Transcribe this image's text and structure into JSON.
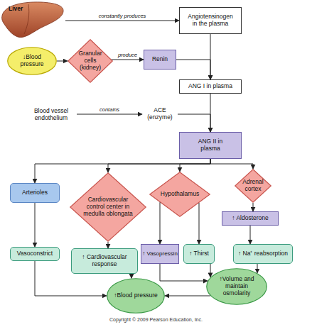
{
  "diagram": {
    "nodes": [
      {
        "text": [
          "Liver"
        ]
      },
      {
        "text": [
          "Angiotensinogen in the plasma"
        ]
      },
      {
        "text": [
          "↓Blood pressure"
        ]
      },
      {
        "text": [
          "Granular cells (kidney)"
        ]
      },
      {
        "text": [
          "Renin"
        ]
      },
      {
        "text": [
          "ANG I in plasma"
        ]
      },
      {
        "text": [
          "Blood vessel endothelium"
        ]
      },
      {
        "text": [
          "ACE (enzyme)"
        ]
      },
      {
        "text": [
          "ANG II in plasma"
        ]
      },
      {
        "text": [
          "Arterioles"
        ]
      },
      {
        "text": [
          "Cardiovascular control center in medulla oblongata"
        ]
      },
      {
        "text": [
          "Hypothalamus"
        ]
      },
      {
        "text": [
          "Adrenal cortex"
        ]
      },
      {
        "text": [
          "↑ Aldosterone"
        ]
      },
      {
        "text": [
          "Vasoconstrict"
        ]
      },
      {
        "text": [
          "↑ Cardiovascular response"
        ]
      },
      {
        "text": [
          "↑ Vasopressin"
        ]
      },
      {
        "text": [
          "↑ Thirst"
        ]
      },
      {
        "text": [
          "↑ Na⁺ reabsorption"
        ]
      },
      {
        "text": [
          "↑Blood pressure"
        ]
      },
      {
        "text": [
          "↑Volume and maintain osmolarity"
        ]
      }
    ],
    "edges": [
      {
        "from": 0,
        "to": 1,
        "label": "constantly produces",
        "arrow": "to"
      },
      {
        "from": 2,
        "to": 3,
        "arrow": "to"
      },
      {
        "from": 3,
        "to": 4,
        "label": "produce",
        "arrow": "to"
      },
      {
        "from": 1,
        "to": 5,
        "arrow": "to"
      },
      {
        "from": 4,
        "to": 5,
        "arrow": "to"
      },
      {
        "from": 6,
        "to": 7,
        "label": "contains",
        "arrow": "to"
      },
      {
        "from": 5,
        "to": 8,
        "arrow": "to"
      },
      {
        "from": 7,
        "to": 8,
        "arrow": "to"
      },
      {
        "from": 8,
        "to": 9,
        "arrow": "to"
      },
      {
        "from": 8,
        "to": 10,
        "arrow": "to"
      },
      {
        "from": 8,
        "to": 11,
        "arrow": "to"
      },
      {
        "from": 8,
        "to": 12,
        "arrow": "to"
      },
      {
        "from": 9,
        "to": 14,
        "arrow": "to"
      },
      {
        "from": 10,
        "to": 15,
        "arrow": "to"
      },
      {
        "from": 11,
        "to": 16,
        "arrow": "to"
      },
      {
        "from": 11,
        "to": 17,
        "arrow": "to"
      },
      {
        "from": 12,
        "to": 13,
        "arrow": "to"
      },
      {
        "from": 13,
        "to": 18,
        "arrow": "to"
      },
      {
        "from": 14,
        "to": 19,
        "arrow": "to"
      },
      {
        "from": 15,
        "to": 19,
        "arrow": "to"
      },
      {
        "from": 16,
        "to": 20,
        "arrow": "to"
      },
      {
        "from": 17,
        "to": 20,
        "arrow": "to"
      },
      {
        "from": 18,
        "to": 20,
        "arrow": "to"
      },
      {
        "from": 20,
        "to": 19,
        "arrow": "to"
      }
    ],
    "labels": [
      "Copyright © 2009 Pearson Education, Inc."
    ]
  }
}
